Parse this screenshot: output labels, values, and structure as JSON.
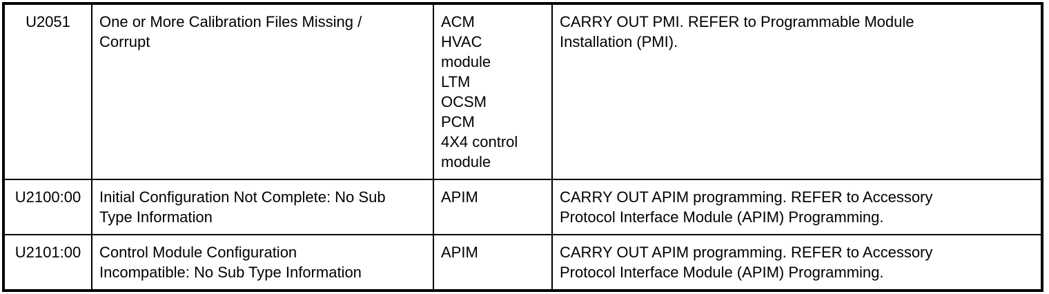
{
  "colors": {
    "border": "#000000",
    "text": "#000000",
    "background": "#ffffff"
  },
  "table": {
    "rows": [
      {
        "code": "U2051",
        "description": "One or More Calibration Files Missing /\nCorrupt",
        "module": "ACM\nHVAC\nmodule\nLTM\nOCSM\nPCM\n4X4 control\nmodule",
        "action": "CARRY OUT PMI. REFER to Programmable Module\nInstallation (PMI)."
      },
      {
        "code": "U2100:00",
        "description": "Initial Configuration Not Complete: No Sub\nType Information",
        "module": "APIM",
        "action": "CARRY OUT APIM programming. REFER to Accessory\nProtocol Interface Module (APIM) Programming."
      },
      {
        "code": "U2101:00",
        "description": "Control Module Configuration\nIncompatible: No Sub Type Information",
        "module": "APIM",
        "action": "CARRY OUT APIM programming. REFER to Accessory\nProtocol Interface Module (APIM) Programming."
      }
    ]
  }
}
